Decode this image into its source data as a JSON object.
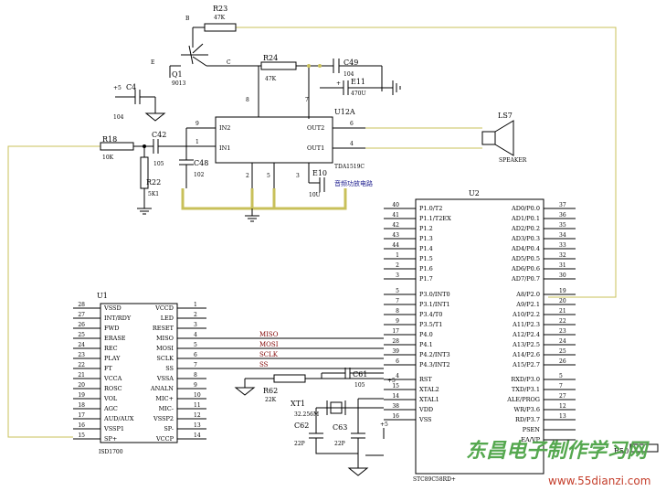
{
  "q1": {
    "label": "Q1",
    "part": "9013",
    "pin_b": "B",
    "pin_e": "E",
    "pin_c": "C"
  },
  "r23": {
    "label": "R23",
    "value": "47K"
  },
  "r24": {
    "label": "R24",
    "value": "47K"
  },
  "c49": {
    "label": "C49",
    "value": "104"
  },
  "e11": {
    "label": "E11",
    "value": "470U"
  },
  "c4": {
    "label": "C4",
    "value": "104",
    "supply": "+5"
  },
  "u12": {
    "label": "U12A",
    "part": "TDA1519C",
    "in2": "IN2",
    "in1": "IN1",
    "out2": "OUT2",
    "out1": "OUT1",
    "pin_9": "9",
    "pin_1": "1",
    "pin_8": "8",
    "pin_7": "7",
    "pin_2": "2",
    "pin_5": "5",
    "pin_3": "3",
    "pin_6": "6",
    "pin_4": "4"
  },
  "ls7": {
    "label": "LS7",
    "part": "SPEAKER"
  },
  "r18": {
    "label": "R18",
    "value": "10K"
  },
  "c42": {
    "label": "C42",
    "value": "105"
  },
  "c48": {
    "label": "C48",
    "value": "102"
  },
  "r22": {
    "label": "R22",
    "value": "5K1"
  },
  "e10": {
    "label": "E10",
    "value": "10U",
    "note": "音频功放电路"
  },
  "u2": {
    "label": "U2",
    "part": "STC89C58RD+",
    "left_pins": [
      {
        "num": "40",
        "name": "P1.0/T2"
      },
      {
        "num": "41",
        "name": "P1.1/T2EX"
      },
      {
        "num": "42",
        "name": "P1.2"
      },
      {
        "num": "43",
        "name": "P1.3"
      },
      {
        "num": "44",
        "name": "P1.4"
      },
      {
        "num": "1",
        "name": "P1.5"
      },
      {
        "num": "2",
        "name": "P1.6"
      },
      {
        "num": "3",
        "name": "P1.7"
      },
      {
        "num": "5",
        "name": "P3.0/INT0"
      },
      {
        "num": "7",
        "name": "P3.1/INT1"
      },
      {
        "num": "8",
        "name": "P3.4/T0"
      },
      {
        "num": "9",
        "name": "P3.5/T1"
      },
      {
        "num": "17",
        "name": "P4.0"
      },
      {
        "num": "28",
        "name": "P4.1"
      },
      {
        "num": "39",
        "name": "P4.2/INT3"
      },
      {
        "num": "6",
        "name": "P4.3/INT2"
      },
      {
        "num": "4",
        "name": "RST"
      },
      {
        "num": "15",
        "name": "XTAL2"
      },
      {
        "num": "14",
        "name": "XTAL1"
      },
      {
        "num": "38",
        "name": "VDD"
      },
      {
        "num": "16",
        "name": "VSS"
      }
    ],
    "right_pins": [
      {
        "num": "37",
        "name": "AD0/P0.0"
      },
      {
        "num": "36",
        "name": "AD1/P0.1"
      },
      {
        "num": "35",
        "name": "AD2/P0.2"
      },
      {
        "num": "34",
        "name": "AD3/P0.3"
      },
      {
        "num": "33",
        "name": "AD4/P0.4"
      },
      {
        "num": "32",
        "name": "AD5/P0.5"
      },
      {
        "num": "31",
        "name": "AD6/P0.6"
      },
      {
        "num": "30",
        "name": "AD7/P0.7"
      },
      {
        "num": "19",
        "name": "A8/P2.0"
      },
      {
        "num": "20",
        "name": "A9/P2.1"
      },
      {
        "num": "21",
        "name": "A10/P2.2"
      },
      {
        "num": "22",
        "name": "A11/P2.3"
      },
      {
        "num": "23",
        "name": "A12/P2.4"
      },
      {
        "num": "24",
        "name": "A13/P2.5"
      },
      {
        "num": "25",
        "name": "A14/P2.6"
      },
      {
        "num": "26",
        "name": "A15/P2.7"
      },
      {
        "num": "5",
        "name": "RXD/P3.0"
      },
      {
        "num": "7",
        "name": "TXD/P3.1"
      },
      {
        "num": "27",
        "name": "ALE/PROG"
      },
      {
        "num": "12",
        "name": "WR/P3.6"
      },
      {
        "num": "13",
        "name": "RD/P3.7"
      },
      {
        "num": "",
        "name": "PSEN"
      },
      {
        "num": "",
        "name": "EA/VP"
      }
    ]
  },
  "u1": {
    "label": "U1",
    "part": "ISD1700",
    "left_pins": [
      {
        "num": "28",
        "name": "VSSD"
      },
      {
        "num": "27",
        "name": "INT/RDY"
      },
      {
        "num": "26",
        "name": "FWD"
      },
      {
        "num": "25",
        "name": "ERASE"
      },
      {
        "num": "24",
        "name": "REC"
      },
      {
        "num": "23",
        "name": "PLAY"
      },
      {
        "num": "22",
        "name": "FT"
      },
      {
        "num": "21",
        "name": "VCCA"
      },
      {
        "num": "20",
        "name": "ROSC"
      },
      {
        "num": "19",
        "name": "VOL"
      },
      {
        "num": "18",
        "name": "AGC"
      },
      {
        "num": "17",
        "name": "AUD/AUX"
      },
      {
        "num": "16",
        "name": "VSSP1"
      },
      {
        "num": "15",
        "name": "SP+"
      }
    ],
    "right_pins": [
      {
        "num": "1",
        "name": "VCCD"
      },
      {
        "num": "2",
        "name": "LED"
      },
      {
        "num": "3",
        "name": "RESET"
      },
      {
        "num": "4",
        "name": "MISO"
      },
      {
        "num": "5",
        "name": "MOSI"
      },
      {
        "num": "6",
        "name": "SCLK"
      },
      {
        "num": "7",
        "name": "SS"
      },
      {
        "num": "8",
        "name": "VSSA"
      },
      {
        "num": "9",
        "name": "ANALN"
      },
      {
        "num": "10",
        "name": "MIC+"
      },
      {
        "num": "11",
        "name": "MIC-"
      },
      {
        "num": "12",
        "name": "VSSP2"
      },
      {
        "num": "13",
        "name": "SP-"
      },
      {
        "num": "14",
        "name": "VCCP"
      }
    ]
  },
  "spi": {
    "miso": "MISO",
    "mosi": "MOSI",
    "sclk": "SCLK",
    "ss": "SS"
  },
  "r62": {
    "label": "R62",
    "value": "22K"
  },
  "c61": {
    "label": "C61",
    "value": "105",
    "supply": "+5"
  },
  "xt1": {
    "label": "XT1",
    "value": "32.256M"
  },
  "c62": {
    "label": "C62",
    "value": "22P"
  },
  "c63": {
    "label": "C63",
    "value": "22P"
  },
  "vdd_supply": "+5",
  "r50": {
    "label": "R50"
  },
  "watermark": {
    "text": "东昌电子制作学习网",
    "url": "www.55dianzi.com"
  },
  "pin_colors": {
    "wire": "#000000",
    "bus": "#c8c05a",
    "ground": "#c8c05a",
    "text": "#000000",
    "signal": "#800000"
  }
}
